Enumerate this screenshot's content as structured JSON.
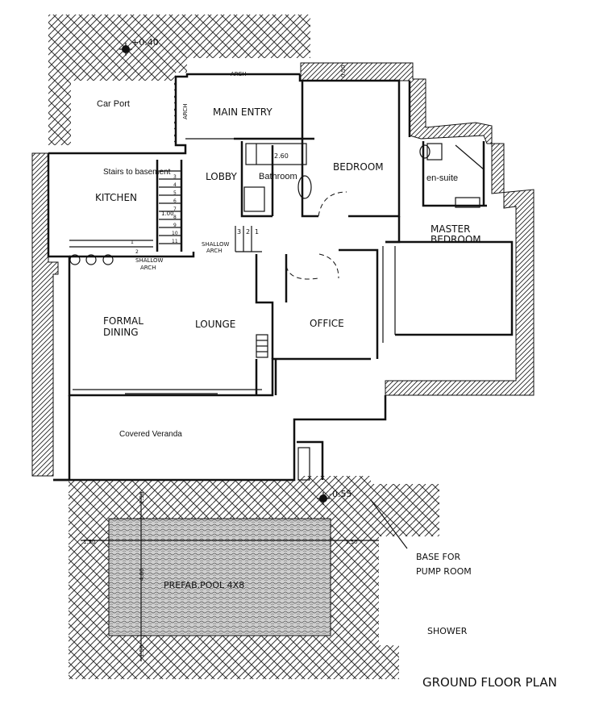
{
  "plan": {
    "title": "GROUND FLOOR PLAN",
    "level_top": "+0.40",
    "level_bottom": "-0.55",
    "notes": {
      "arch_top": "ARCH",
      "arch_side": "ARCH",
      "shallow_arch_1": "SHALLOW",
      "shallow_arch_1b": "ARCH",
      "shallow_arch_2": "SHALLOW",
      "shallow_arch_2b": "ARCH",
      "base_pump_1": "BASE FOR",
      "base_pump_2": "PUMP ROOM",
      "shower": "SHOWER",
      "pool": "PREFAB.POOL 4X8"
    },
    "rooms": {
      "car_port": "Car Port",
      "main_entry": "MAIN ENTRY",
      "bedroom": "BEDROOM",
      "en_suite": "en-suite",
      "stairs": "Stairs to basement",
      "kitchen": "KITCHEN",
      "lobby": "LOBBY",
      "bathroom": "Bathroom",
      "master_1": "MASTER",
      "master_2": "BEDROOM",
      "formal_1": "FORMAL",
      "formal_2": "DINING",
      "lounge": "LOUNGE",
      "office": "OFFICE",
      "veranda": "Covered Veranda"
    },
    "dimensions": {
      "d_050": "0.50",
      "d_260": "2.60",
      "d_100": "1.00",
      "d_150_a": "1.50",
      "d_150_b": "1.50",
      "d_150_c": "1.50",
      "d_150_d": "1.50",
      "d_400": "4.00",
      "stair_3": "3",
      "stair_2": "2",
      "stair_1": "1",
      "s1": "1",
      "s2": "2",
      "s3": "3",
      "s4": "4",
      "s5": "5",
      "s6": "6",
      "s7": "7",
      "s8": "8",
      "s9": "9",
      "s10": "10",
      "s11": "11"
    }
  }
}
